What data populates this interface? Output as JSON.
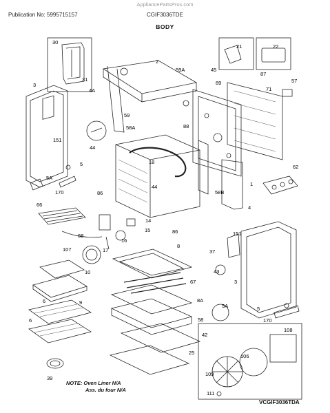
{
  "header": {
    "watermark": "AppliancePartsPros.com",
    "publication": "Publication No: 5995715157",
    "model": "CGIF3036TDE",
    "section": "BODY"
  },
  "labels": [
    "30",
    "31",
    "3",
    "151",
    "5",
    "5A",
    "170",
    "2",
    "4A",
    "59A",
    "45",
    "89",
    "59",
    "58A",
    "88",
    "44",
    "18",
    "44",
    "86",
    "58B",
    "1",
    "4",
    "66",
    "68",
    "14",
    "15",
    "16",
    "17",
    "86",
    "107",
    "10",
    "9",
    "6",
    "6",
    "8",
    "67",
    "8A",
    "58",
    "42",
    "25",
    "39",
    "151",
    "37",
    "43",
    "3",
    "5A",
    "5",
    "170",
    "21",
    "22",
    "87",
    "71",
    "57",
    "62",
    "108",
    "106",
    "109",
    "111"
  ],
  "note": {
    "line1": "NOTE: Oven Liner N/A",
    "line2": "Ass. du four N/A"
  },
  "diagram_code": "VCGIF3036TDA"
}
